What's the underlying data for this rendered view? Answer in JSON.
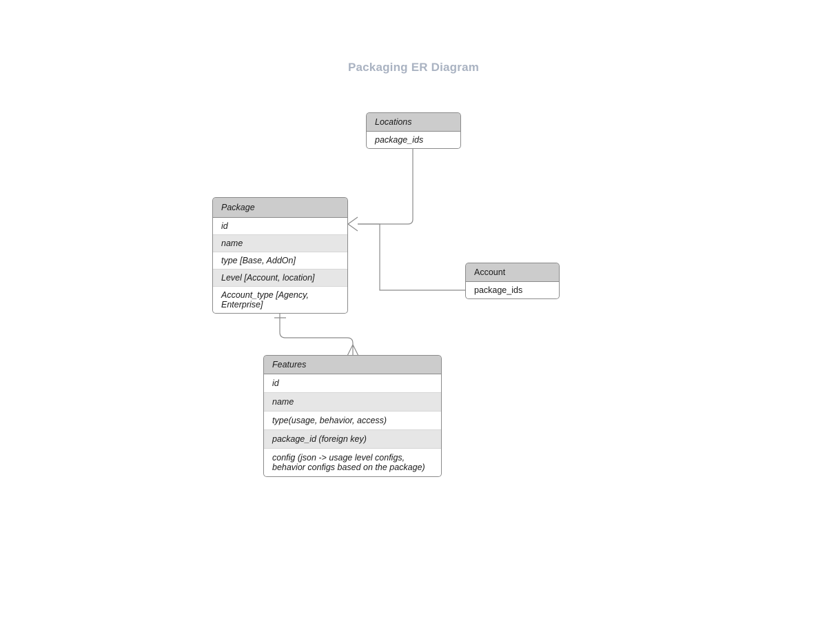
{
  "page": {
    "title": "Packaging ER Diagram",
    "title_color": "#aab3c2",
    "background": "#ffffff"
  },
  "style": {
    "header_fill": "#cccccc",
    "row_fill": "#ffffff",
    "row_fill_alt": "#e6e6e6",
    "border_color": "#8a8a8a",
    "connector_color": "#8a8a8a"
  },
  "entities": [
    {
      "name": "Locations",
      "italic": true,
      "rows": [
        {
          "label": "package_ids",
          "shaded": false
        }
      ]
    },
    {
      "name": "Package",
      "italic": true,
      "rows": [
        {
          "label": "id",
          "shaded": false
        },
        {
          "label": "name",
          "shaded": true
        },
        {
          "label": "type [Base, AddOn]",
          "shaded": false
        },
        {
          "label": "Level [Account, location]",
          "shaded": true
        },
        {
          "label": "Account_type [Agency, Enterprise]",
          "shaded": false
        }
      ]
    },
    {
      "name": "Account",
      "italic": false,
      "rows": [
        {
          "label": "package_ids",
          "shaded": false
        }
      ]
    },
    {
      "name": "Features",
      "italic": true,
      "rows": [
        {
          "label": "id",
          "shaded": false
        },
        {
          "label": "name",
          "shaded": true
        },
        {
          "label": "type(usage, behavior, access)",
          "shaded": false
        },
        {
          "label": "package_id (foreign key)",
          "shaded": true
        },
        {
          "label": "config (json -> usage level configs, behavior configs based on the package)",
          "shaded": false
        }
      ]
    }
  ],
  "relationships": [
    {
      "from": "Locations",
      "to": "Package",
      "end_marker": "crows-foot-open"
    },
    {
      "from": "Account",
      "to": "Package",
      "end_marker": "crows-foot-open"
    },
    {
      "from": "Package",
      "to": "Features",
      "start_marker": "one-tick",
      "end_marker": "crows-foot"
    }
  ]
}
